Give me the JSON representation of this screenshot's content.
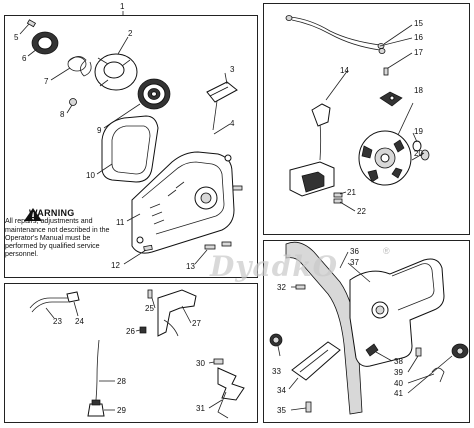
{
  "panel_top_left": {
    "index": "1",
    "callouts": [
      "2",
      "3",
      "4",
      "5",
      "6",
      "7",
      "8",
      "9",
      "10",
      "11",
      "12",
      "13"
    ],
    "warning": {
      "title": "WARNING",
      "text": "All repairs, adjustments and maintenance not described in the Operator's Manual must be performed by qualified service personnel."
    }
  },
  "panel_top_right": {
    "callouts": [
      "14",
      "15",
      "16",
      "17",
      "18",
      "19",
      "20",
      "21",
      "22"
    ]
  },
  "panel_bottom_left": {
    "callouts": [
      "23",
      "24",
      "25",
      "26",
      "27",
      "28",
      "29",
      "30",
      "31"
    ]
  },
  "panel_bottom_right": {
    "callouts": [
      "32",
      "33",
      "34",
      "35",
      "36",
      "37",
      "38",
      "39",
      "40",
      "41"
    ]
  },
  "watermark": {
    "text": "DyadkO",
    "mark": "®"
  },
  "icons": {
    "warning": "warning-triangle-icon"
  }
}
